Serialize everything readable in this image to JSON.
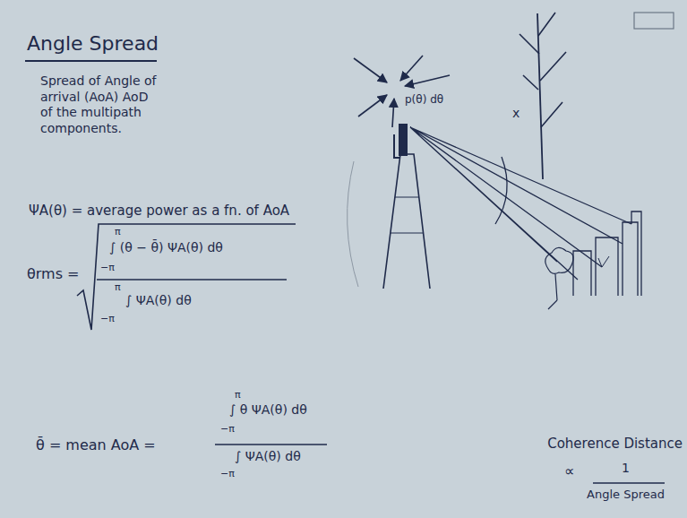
{
  "diagram": {
    "title": "Angle Spread",
    "labels": [
      "Spread of Angle of arrival (AoA) AoD of the multipath components.",
      "ΨA(θ) = average power as a fn. of AoA",
      "θrms =",
      "π",
      "∫ (θ − θ̄) ΨA(θ) dθ",
      "−π",
      "π",
      "∫ ΨA(θ) dθ",
      "−π",
      "θ̄ = mean AoA =",
      "π",
      "∫ θ ΨA(θ) dθ",
      "−π",
      "∫ ΨA(θ) dθ",
      "−π",
      "p(θ) dθ",
      "x",
      "Coherence Distance",
      "∝",
      "1",
      "Angle Spread"
    ]
  }
}
